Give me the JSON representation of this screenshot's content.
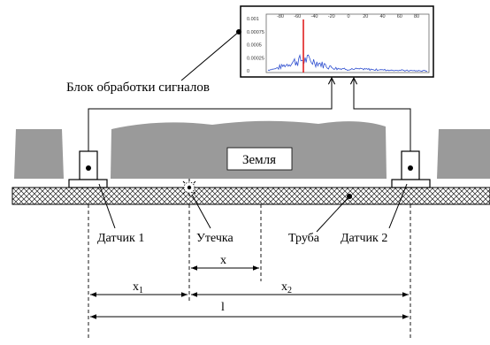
{
  "processing_unit": {
    "label": "Блок обработки сигналов",
    "spectrum": {
      "x_ticks": [
        "-80",
        "-60",
        "-40",
        "-20",
        "0",
        "20",
        "40",
        "60",
        "80"
      ],
      "y_ticks": [
        "0.001",
        "0.00075",
        "0.0005",
        "0.00025",
        "0"
      ],
      "colors": {
        "peak": "#e02020",
        "noise": "#3050d0"
      }
    }
  },
  "labels": {
    "earth": "Земля",
    "sensor1": "Датчик 1",
    "leak": "Утечка",
    "pipe": "Труба",
    "sensor2": "Датчик 2",
    "x": "x",
    "x1": "x",
    "x1_sub": "1",
    "x2": "x",
    "x2_sub": "2",
    "l": "l"
  }
}
